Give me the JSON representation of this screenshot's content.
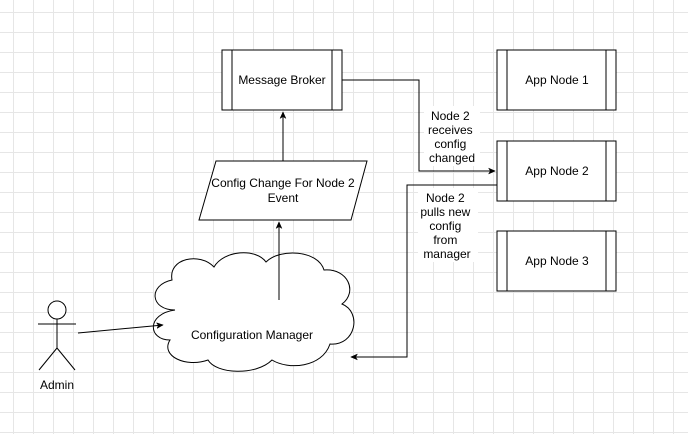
{
  "diagram": {
    "nodes": {
      "message_broker": "Message Broker",
      "app_node_1": "App Node 1",
      "app_node_2": "App Node 2",
      "app_node_3": "App Node 3",
      "config_event_line1": "Config Change For Node 2",
      "config_event_line2": "Event",
      "config_manager": "Configuration Manager",
      "admin": "Admin"
    },
    "edge_labels": {
      "receives": [
        "Node 2",
        "receives",
        "config",
        "changed"
      ],
      "pulls": [
        "Node 2",
        "pulls new",
        "config",
        "from",
        "manager"
      ]
    }
  }
}
